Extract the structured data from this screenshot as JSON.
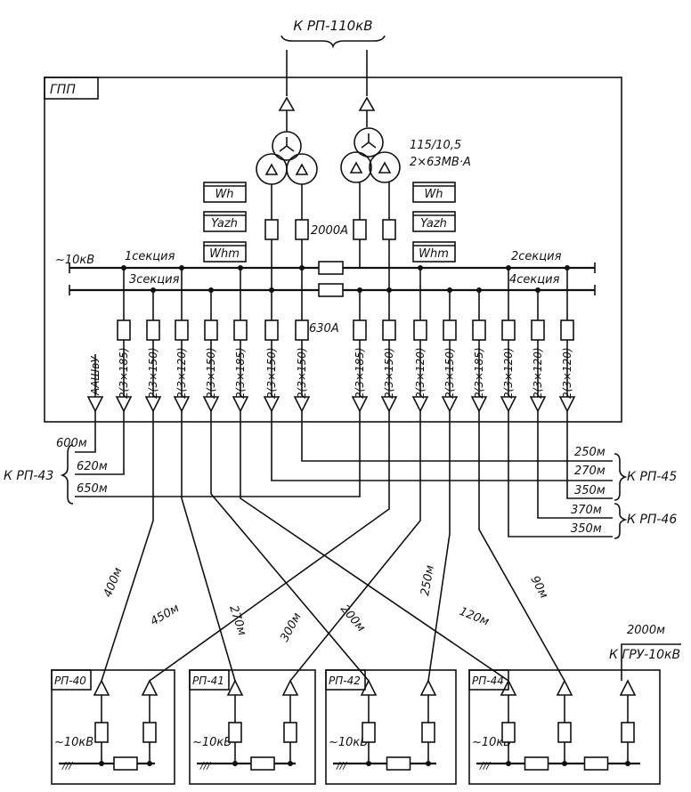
{
  "top_feed": "К РП-110кВ",
  "gpp_label": "ГПП",
  "transformer_rating": "115/10,5",
  "transformer_power": "2×63МВ·А",
  "meters_left": [
    "Wh",
    "Yazh",
    "Whm"
  ],
  "meters_right": [
    "Wh",
    "Yazh",
    "Whm"
  ],
  "bus_voltage": "~10кВ",
  "section1": "1секция",
  "section2": "2секция",
  "section3": "3секция",
  "section4": "4секция",
  "incomer_current": "2000А",
  "feeder_current": "630А",
  "cable_labels": [
    "ААШвУ",
    "2(3×185)",
    "2(3×150)",
    "2(3×120)",
    "2(3×150)",
    "2(3×185)",
    "2(3×150)",
    "2(3×150)",
    "2(3×185)",
    "2(3×150)",
    "2(3×120)",
    "2(3×150)",
    "2(3×185)",
    "2(3×120)",
    "2(3×120)",
    "2(3×120)"
  ],
  "rp43": {
    "label": "К РП-43",
    "lengths": [
      "600м",
      "620м",
      "650м"
    ]
  },
  "rp45": {
    "label": "К РП-45",
    "lengths": [
      "250м",
      "270м",
      "350м"
    ]
  },
  "rp46": {
    "label": "К РП-46",
    "lengths": [
      "370м",
      "350м"
    ]
  },
  "line_lengths": [
    "400м",
    "450м",
    "270м",
    "300м",
    "200м",
    "250м",
    "120м",
    "90м"
  ],
  "gru": {
    "label": "К ГРУ-10кВ",
    "length": "2000м"
  },
  "substations": [
    {
      "name": "РП-40",
      "voltage": "~10кВ"
    },
    {
      "name": "РП-41",
      "voltage": "~10кВ"
    },
    {
      "name": "РП-42",
      "voltage": "~10кВ"
    },
    {
      "name": "РП-44",
      "voltage": "~10кВ"
    }
  ]
}
